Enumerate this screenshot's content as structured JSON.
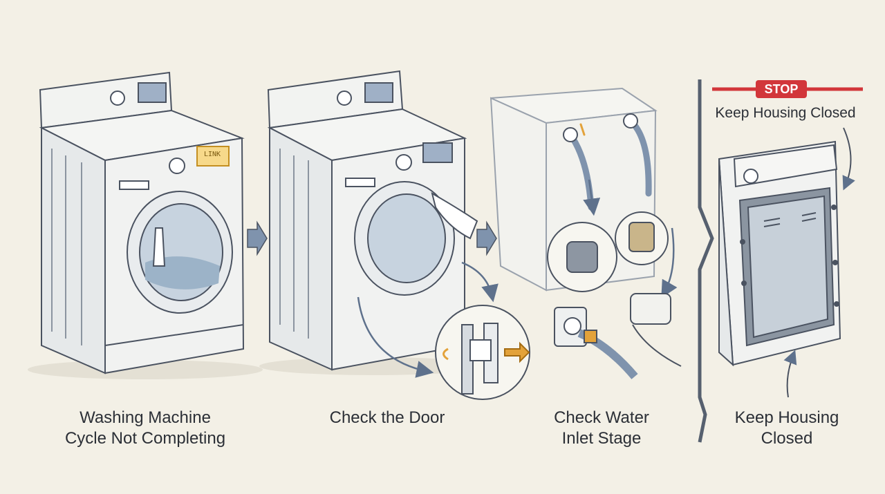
{
  "panels": [
    {
      "caption_line1": "Washing Machine",
      "caption_line2": "Cycle Not Completing"
    },
    {
      "caption_line1": "Check the Door",
      "caption_line2": ""
    },
    {
      "caption_line1": "Check Water",
      "caption_line2": "Inlet Stage"
    },
    {
      "caption_line1": "Keep Housing",
      "caption_line2": "Closed"
    }
  ],
  "warning": {
    "badge": "STOP",
    "title": "Keep Housing Closed"
  },
  "display_text": "LINK",
  "colors": {
    "background": "#f3f0e6",
    "stroke": "#4a5260",
    "accent_blue": "#7f93ad",
    "warning_red": "#d2363a",
    "highlight_orange": "#e3a23a"
  }
}
